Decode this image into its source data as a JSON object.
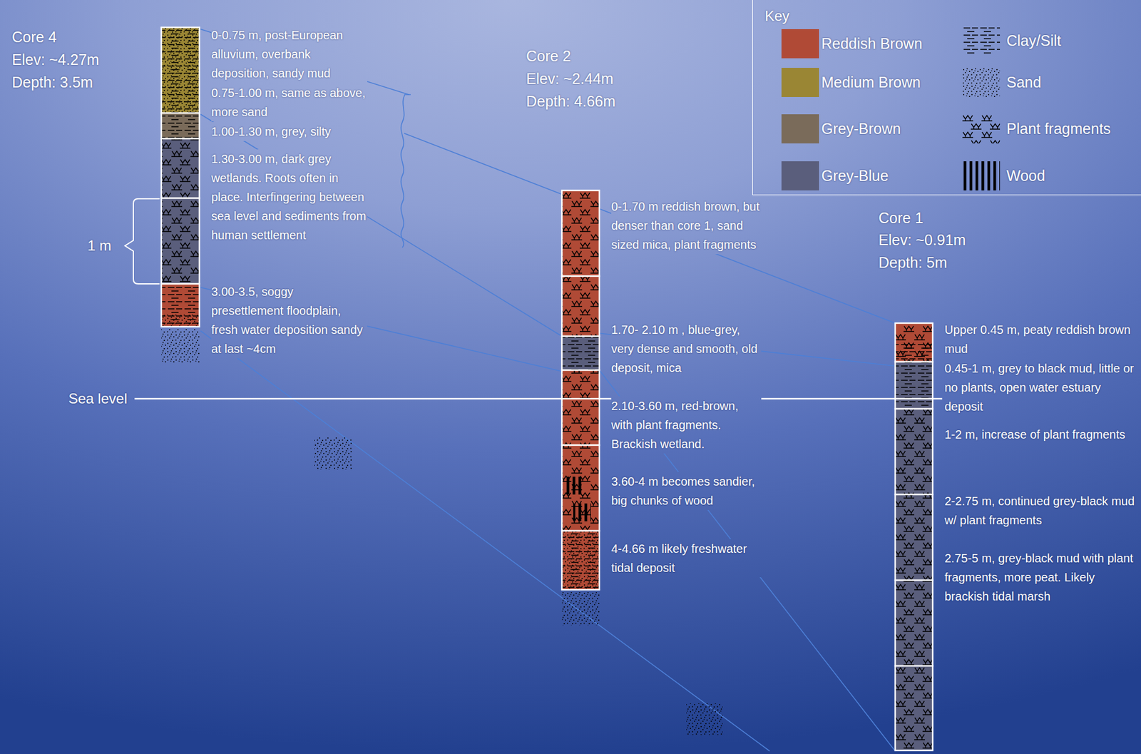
{
  "diagram": {
    "nodes": [
      {
        "text": [
          "Key"
        ]
      }
    ],
    "labels": [
      "Core 4",
      "Elev: ~4.27m",
      "Depth: 3.5m",
      "0-0.75 m, post-European alluvium, overbank deposition, sandy mud",
      "0.75-1.00 m, same as above, more sand",
      "1.00-1.30 m, grey, silty",
      "1.30-3.00 m, dark grey wetlands. Roots often in place. Interfingering between sea level and sediments from human settlement",
      "3.00-3.5, soggy presettlement floodplain, fresh water deposition sandy at last ~4cm",
      "1 m",
      "Sea level",
      "Core 2",
      "Elev: ~2.44m",
      "Depth: 4.66m",
      "0-1.70 m reddish brown, but denser than core 1, sand sized mica, plant fragments",
      "1.70- 2.10 m , blue-grey, very dense and smooth, old deposit, mica",
      "2.10-3.60 m, red-brown, with plant fragments. Brackish wetland.",
      "3.60-4 m becomes sandier, big chunks of wood",
      "4-4.66 m likely freshwater tidal deposit",
      "Core 1",
      "Elev: ~0.91m",
      "Depth: 5m",
      "Upper 0.45 m, peaty reddish brown mud",
      "0.45-1 m, grey to black mud, little or no plants, open water estuary deposit",
      "1-2 m, increase of plant fragments",
      "2-2.75 m, continued grey-black mud w/ plant fragments",
      "2.75-5 m, grey-black mud with plant fragments, more peat. Likely brackish tidal marsh"
    ],
    "legend": [
      {
        "text": "Reddish Brown",
        "color": "#b04a36"
      },
      {
        "text": "Medium Brown",
        "color": "#9a8634"
      },
      {
        "text": "Grey-Brown",
        "color": "#7a6b5a"
      },
      {
        "text": "Grey-Blue",
        "color": "#5a5e7c"
      },
      {
        "text": "Clay/Silt"
      },
      {
        "text": "Sand"
      },
      {
        "text": "Plant fragments"
      },
      {
        "text": "Wood"
      }
    ]
  }
}
